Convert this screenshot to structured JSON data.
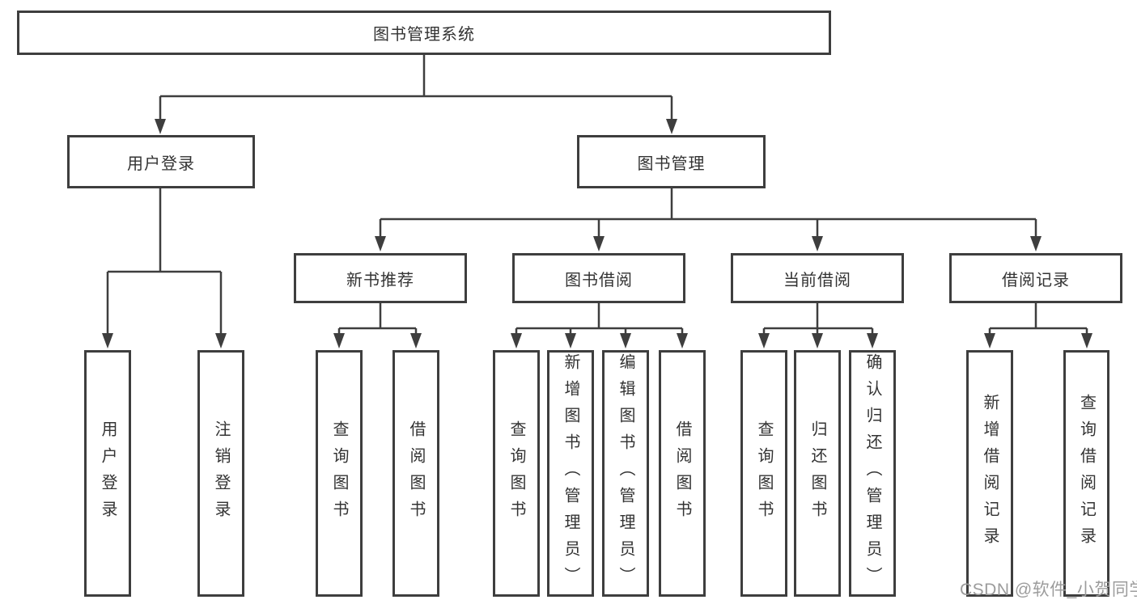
{
  "diagram": {
    "title": "图书管理系统",
    "level2": {
      "user_login": "用户登录",
      "book_mgmt": "图书管理"
    },
    "level3": {
      "new_book_rec": "新书推荐",
      "book_borrow": "图书借阅",
      "current_borrow": "当前借阅",
      "borrow_records": "借阅记录"
    },
    "leaves": {
      "user_login_leaf": "用户登录",
      "logout": "注销登录",
      "nb_query": "查询图书",
      "nb_borrow": "借阅图书",
      "bb_query": "查询图书",
      "bb_add": "新增图书（管理员）",
      "bb_edit": "编辑图书（管理员）",
      "bb_borrow": "借阅图书",
      "cb_query": "查询图书",
      "cb_return": "归还图书",
      "cb_confirm": "确认归还（管理员）",
      "br_add": "新增借阅记录",
      "br_query": "查询借阅记录"
    },
    "watermark": "CSDN @软件_小贺同学",
    "colors": {
      "line": "#3e3e3e",
      "text": "#333333",
      "watermark": "#9c9c9c",
      "background": "#ffffff"
    }
  }
}
